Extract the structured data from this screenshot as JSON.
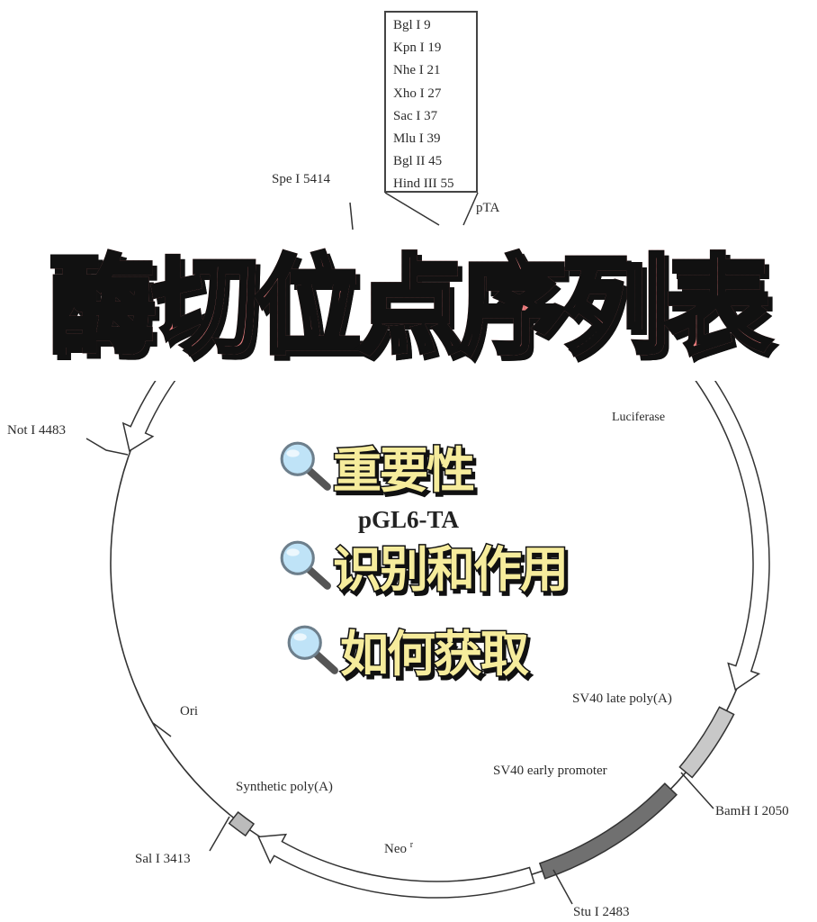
{
  "plasmid": {
    "name": "pGL6-TA",
    "mcs_sites": [
      "Bgl I 9",
      "Kpn I 19",
      "Nhe I 21",
      "Xho I 27",
      "Sac I 37",
      "Mlu I 39",
      "Bgl II 45",
      "Hind III 55"
    ],
    "features": {
      "pta": "pTA",
      "luciferase": "Luciferase",
      "sv40_late": "SV40 late poly(A)",
      "sv40_early": "SV40 early promoter",
      "neo": "Neo",
      "neo_sup": "r",
      "synthetic_polya": "Synthetic poly(A)",
      "ori": "Ori"
    },
    "sites": {
      "spe": "Spe I 5414",
      "not": "Not I 4483",
      "bamh": "BamH I 2050",
      "stu": "Stu I 2483",
      "sal": "Sal I 3413"
    }
  },
  "overlay": {
    "title": "酶切位点序列表",
    "bullets": [
      "重要性",
      "识别和作用",
      "如何获取"
    ]
  },
  "colors": {
    "title_fill": "#f08a8a",
    "bullet_fill": "#f6ec9c",
    "sv40_late": "#c8c8c8",
    "sv40_early": "#707070"
  }
}
